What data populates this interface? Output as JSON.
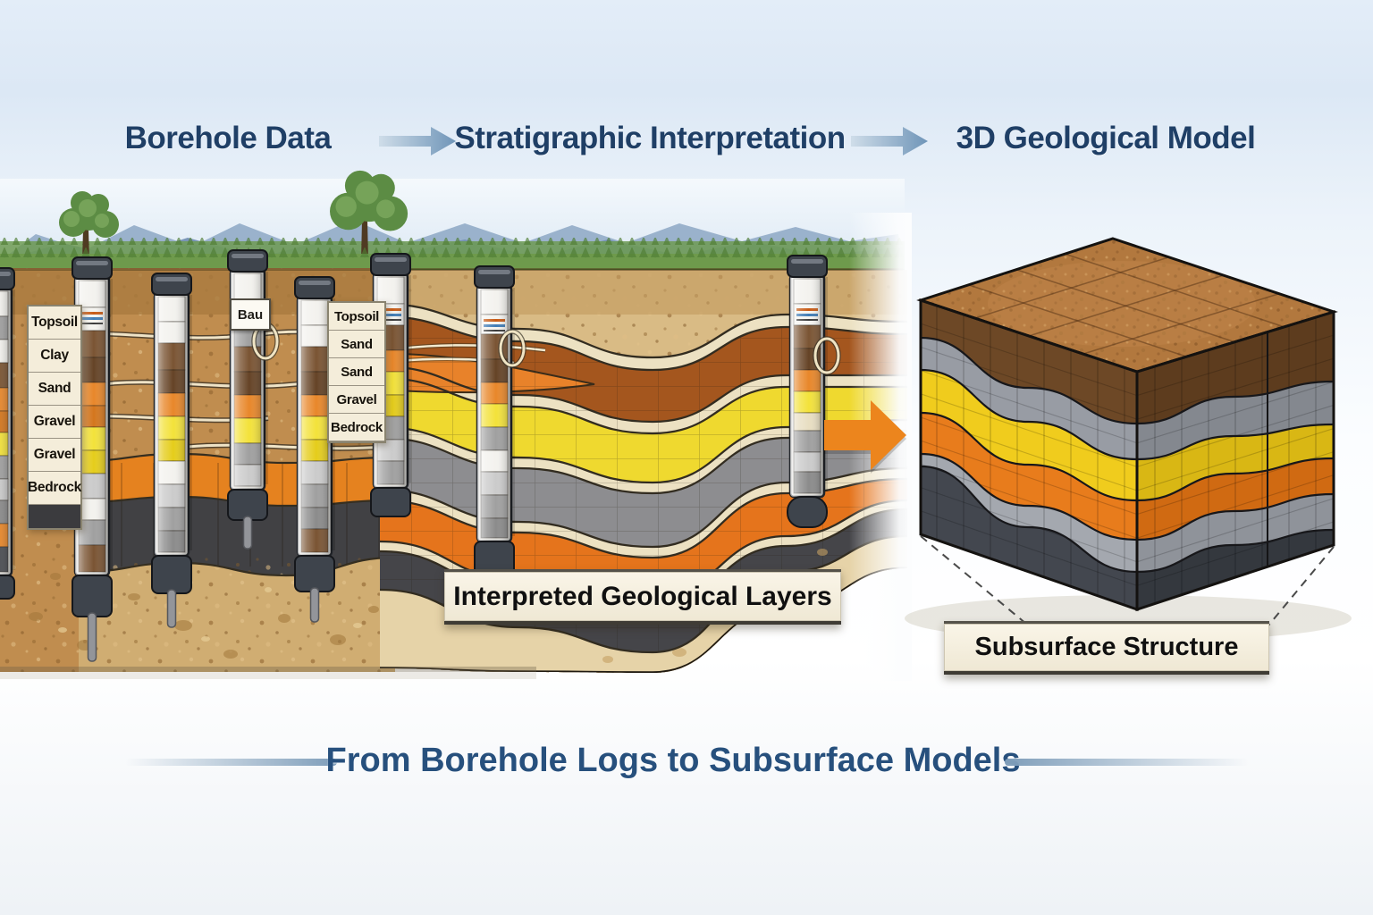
{
  "header": {
    "steps": [
      "Borehole Data",
      "Stratigraphic Interpretation",
      "3D Geological Model"
    ]
  },
  "borehole_section": {
    "left_labels": [
      "Topsoil",
      "Clay",
      "Sand",
      "Gravel",
      "Gravel",
      "Bedrock"
    ],
    "mid_labels": [
      "Topsoil",
      "Sand",
      "Sand",
      "Gravel",
      "Bedrock"
    ],
    "tag": "Bau"
  },
  "interpretation_section": {
    "caption": "Interpreted Geological Layers"
  },
  "model_section": {
    "caption": "Subsurface Structure"
  },
  "footer": {
    "title": "From Borehole Logs to Subsurface Models"
  },
  "palette": {
    "header_text": "#1f3f66",
    "flow_arrow_steel": "#6f95b8",
    "flow_arrow_orange": "#ec851d",
    "topsoil_brown": "#7a5433",
    "clay_rust": "#a4561e",
    "sand_yellow": "#efd92f",
    "gravel_gray": "#8d8d90",
    "orange_layer": "#e5741c",
    "bedrock_dark": "#454549",
    "soil_tan": "#c08d4f",
    "banner_cream": "#f4edda"
  }
}
